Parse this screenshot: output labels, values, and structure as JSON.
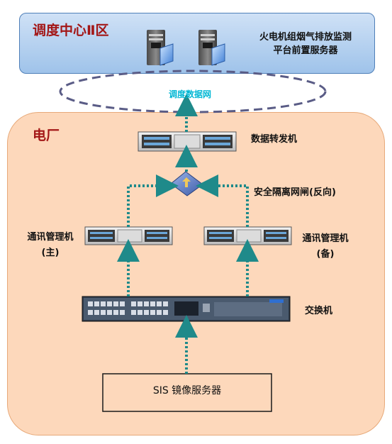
{
  "dispatch_center": {
    "title": "调度中心Ⅱ区",
    "server_label_line1": "火电机组烟气排放监测",
    "server_label_line2": "平台前置服务器"
  },
  "network": {
    "label": "调度数据网"
  },
  "power_plant": {
    "title": "电厂",
    "forwarder_label": "数据转发机",
    "gateway_label": "安全隔离网闸(反向)",
    "comm_primary_line1": "通讯管理机",
    "comm_primary_line2": "(主)",
    "comm_backup_line1": "通讯管理机",
    "comm_backup_line2": "(备)",
    "switch_label": "交换机",
    "mirror_server_label": "SIS 镜像服务器"
  },
  "colors": {
    "arrow": "#1f8a8a",
    "network_text": "#00b7d4",
    "title_red": "#a31717"
  }
}
